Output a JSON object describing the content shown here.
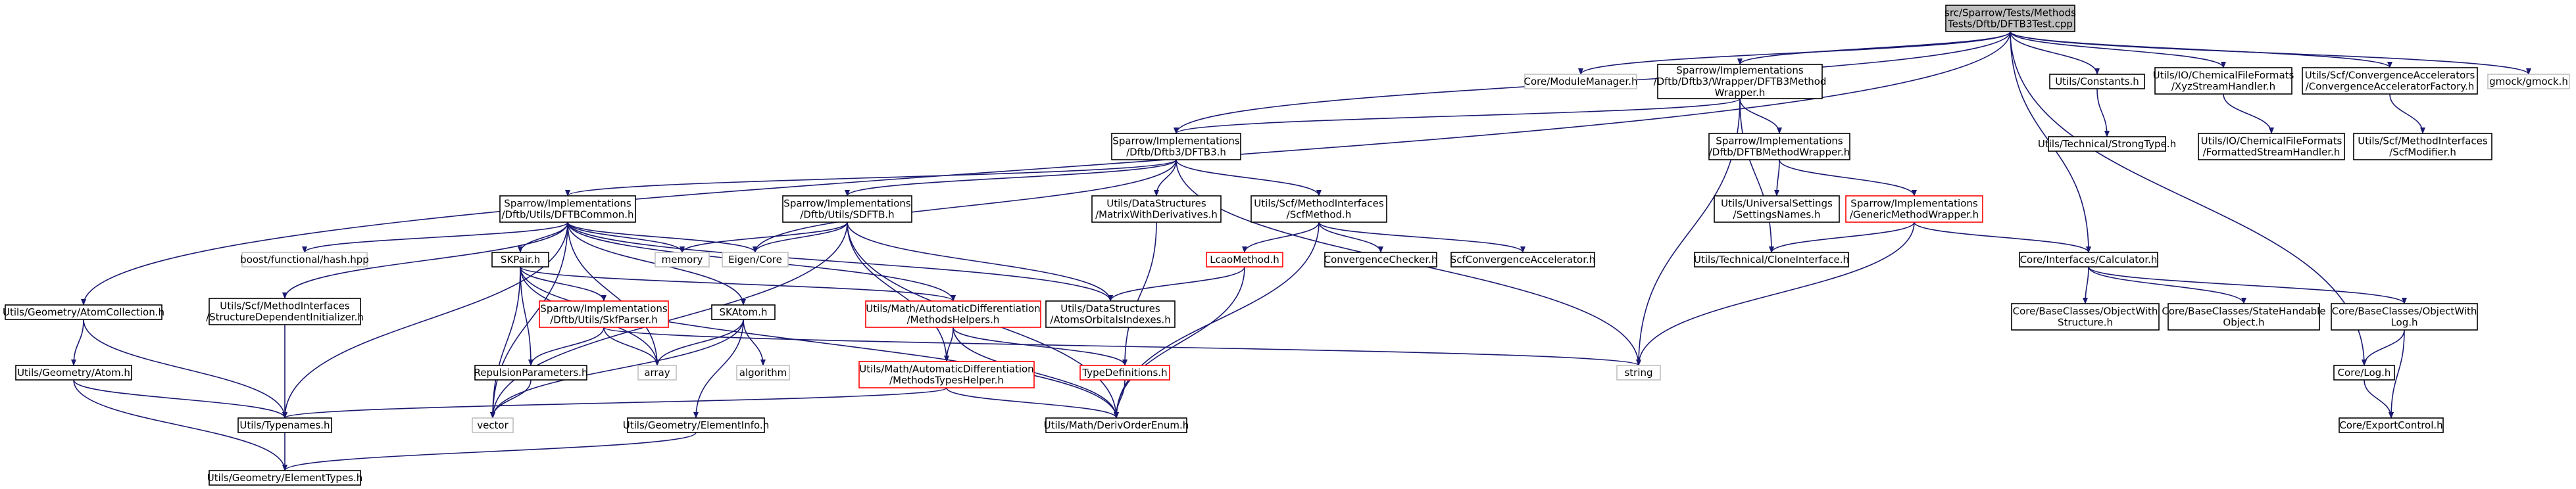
{
  "colors": {
    "root_fill": "#bfbfbf",
    "node_border": "#000000",
    "external_border": "#bfbfbf",
    "error_border": "#ff0000",
    "edge": "#191970",
    "text": "#000000"
  },
  "nodes": {
    "root": {
      "lines": [
        "src/Sparrow/Tests/Methods",
        "Tests/Dftb/DFTB3Test.cpp"
      ],
      "kind": "root"
    },
    "core_module_manager": {
      "lines": [
        "Core/ModuleManager.h"
      ],
      "kind": "external"
    },
    "dftb3_wrapper": {
      "lines": [
        "Sparrow/Implementations",
        "/Dftb/Dftb3/Wrapper/DFTB3Method",
        "Wrapper.h"
      ],
      "kind": "normal"
    },
    "utils_constants": {
      "lines": [
        "Utils/Constants.h"
      ],
      "kind": "normal"
    },
    "xyz_stream": {
      "lines": [
        "Utils/IO/ChemicalFileFormats",
        "/XyzStreamHandler.h"
      ],
      "kind": "normal"
    },
    "conv_acc_factory": {
      "lines": [
        "Utils/Scf/ConvergenceAccelerators",
        "/ConvergenceAcceleratorFactory.h"
      ],
      "kind": "normal"
    },
    "gmock": {
      "lines": [
        "gmock/gmock.h"
      ],
      "kind": "external"
    },
    "dftb3_h": {
      "lines": [
        "Sparrow/Implementations",
        "/Dftb/Dftb3/DFTB3.h"
      ],
      "kind": "normal"
    },
    "dftb_method_wrapper": {
      "lines": [
        "Sparrow/Implementations",
        "/Dftb/DFTBMethodWrapper.h"
      ],
      "kind": "normal"
    },
    "strong_type": {
      "lines": [
        "Utils/Technical/StrongType.h"
      ],
      "kind": "normal"
    },
    "formatted_stream": {
      "lines": [
        "Utils/IO/ChemicalFileFormats",
        "/FormattedStreamHandler.h"
      ],
      "kind": "normal"
    },
    "scf_modifier": {
      "lines": [
        "Utils/Scf/MethodInterfaces",
        "/ScfModifier.h"
      ],
      "kind": "normal"
    },
    "dftb_common": {
      "lines": [
        "Sparrow/Implementations",
        "/Dftb/Utils/DFTBCommon.h"
      ],
      "kind": "normal"
    },
    "sdftb": {
      "lines": [
        "Sparrow/Implementations",
        "/Dftb/Utils/SDFTB.h"
      ],
      "kind": "normal"
    },
    "matrix_with_deriv": {
      "lines": [
        "Utils/DataStructures",
        "/MatrixWithDerivatives.h"
      ],
      "kind": "normal"
    },
    "scf_method": {
      "lines": [
        "Utils/Scf/MethodInterfaces",
        "/ScfMethod.h"
      ],
      "kind": "normal"
    },
    "settings_names": {
      "lines": [
        "Utils/UniversalSettings",
        "/SettingsNames.h"
      ],
      "kind": "normal"
    },
    "generic_method_wrapper": {
      "lines": [
        "Sparrow/Implementations",
        "/GenericMethodWrapper.h"
      ],
      "kind": "error"
    },
    "boost_hash": {
      "lines": [
        "boost/functional/hash.hpp"
      ],
      "kind": "external"
    },
    "memory": {
      "lines": [
        "memory"
      ],
      "kind": "external"
    },
    "eigen_core": {
      "lines": [
        "Eigen/Core"
      ],
      "kind": "external"
    },
    "lcao_method": {
      "lines": [
        "LcaoMethod.h"
      ],
      "kind": "error"
    },
    "convergence_checker": {
      "lines": [
        "ConvergenceChecker.h"
      ],
      "kind": "normal"
    },
    "scf_conv_acc": {
      "lines": [
        "ScfConvergenceAccelerator.h"
      ],
      "kind": "normal"
    },
    "clone_interface": {
      "lines": [
        "Utils/Technical/CloneInterface.h"
      ],
      "kind": "normal"
    },
    "calculator": {
      "lines": [
        "Core/Interfaces/Calculator.h"
      ],
      "kind": "normal"
    },
    "atom_collection": {
      "lines": [
        "Utils/Geometry/AtomCollection.h"
      ],
      "kind": "normal"
    },
    "struct_dep_init": {
      "lines": [
        "Utils/Scf/MethodInterfaces",
        "/StructureDependentInitializer.h"
      ],
      "kind": "normal"
    },
    "skpair": {
      "lines": [
        "SKPair.h"
      ],
      "kind": "normal"
    },
    "skparser": {
      "lines": [
        "Sparrow/Implementations",
        "/Dftb/Utils/SkfParser.h"
      ],
      "kind": "error"
    },
    "skatom": {
      "lines": [
        "SKAtom.h"
      ],
      "kind": "normal"
    },
    "methods_helpers": {
      "lines": [
        "Utils/Math/AutomaticDifferentiation",
        "/MethodsHelpers.h"
      ],
      "kind": "error"
    },
    "atoms_orbitals": {
      "lines": [
        "Utils/DataStructures",
        "/AtomsOrbitalsIndexes.h"
      ],
      "kind": "normal"
    },
    "obj_with_structure": {
      "lines": [
        "Core/BaseClasses/ObjectWith",
        "Structure.h"
      ],
      "kind": "normal"
    },
    "state_handable": {
      "lines": [
        "Core/BaseClasses/StateHandable",
        "Object.h"
      ],
      "kind": "normal"
    },
    "obj_with_log": {
      "lines": [
        "Core/BaseClasses/ObjectWith",
        "Log.h"
      ],
      "kind": "normal"
    },
    "atom_h": {
      "lines": [
        "Utils/Geometry/Atom.h"
      ],
      "kind": "normal"
    },
    "array": {
      "lines": [
        "array"
      ],
      "kind": "external"
    },
    "algorithm": {
      "lines": [
        "algorithm"
      ],
      "kind": "external"
    },
    "string": {
      "lines": [
        "string"
      ],
      "kind": "external"
    },
    "repulsion_params": {
      "lines": [
        "RepulsionParameters.h"
      ],
      "kind": "normal"
    },
    "methods_types_helper": {
      "lines": [
        "Utils/Math/AutomaticDifferentiation",
        "/MethodsTypesHelper.h"
      ],
      "kind": "error"
    },
    "type_definitions": {
      "lines": [
        "TypeDefinitions.h"
      ],
      "kind": "error"
    },
    "core_log": {
      "lines": [
        "Core/Log.h"
      ],
      "kind": "normal"
    },
    "typenames": {
      "lines": [
        "Utils/Typenames.h"
      ],
      "kind": "normal"
    },
    "vector": {
      "lines": [
        "vector"
      ],
      "kind": "external"
    },
    "element_info": {
      "lines": [
        "Utils/Geometry/ElementInfo.h"
      ],
      "kind": "normal"
    },
    "deriv_order_enum": {
      "lines": [
        "Utils/Math/DerivOrderEnum.h"
      ],
      "kind": "normal"
    },
    "export_control": {
      "lines": [
        "Core/ExportControl.h"
      ],
      "kind": "normal"
    },
    "element_types": {
      "lines": [
        "Utils/Geometry/ElementTypes.h"
      ],
      "kind": "normal"
    }
  },
  "edges": [
    [
      "root",
      "core_module_manager"
    ],
    [
      "root",
      "dftb3_wrapper"
    ],
    [
      "root",
      "utils_constants"
    ],
    [
      "root",
      "xyz_stream"
    ],
    [
      "root",
      "conv_acc_factory"
    ],
    [
      "root",
      "gmock"
    ],
    [
      "root",
      "dftb3_h"
    ],
    [
      "root",
      "atom_collection"
    ],
    [
      "root",
      "calculator"
    ],
    [
      "root",
      "core_log"
    ],
    [
      "dftb3_wrapper",
      "dftb3_h"
    ],
    [
      "dftb3_wrapper",
      "dftb_method_wrapper"
    ],
    [
      "dftb3_wrapper",
      "string"
    ],
    [
      "dftb3_wrapper",
      "clone_interface"
    ],
    [
      "utils_constants",
      "strong_type"
    ],
    [
      "xyz_stream",
      "formatted_stream"
    ],
    [
      "conv_acc_factory",
      "scf_modifier"
    ],
    [
      "dftb_method_wrapper",
      "settings_names"
    ],
    [
      "dftb_method_wrapper",
      "generic_method_wrapper"
    ],
    [
      "generic_method_wrapper",
      "clone_interface"
    ],
    [
      "generic_method_wrapper",
      "calculator"
    ],
    [
      "generic_method_wrapper",
      "string"
    ],
    [
      "dftb3_h",
      "dftb_common"
    ],
    [
      "dftb3_h",
      "sdftb"
    ],
    [
      "dftb3_h",
      "matrix_with_deriv"
    ],
    [
      "dftb3_h",
      "scf_method"
    ],
    [
      "dftb3_h",
      "eigen_core"
    ],
    [
      "dftb3_h",
      "string"
    ],
    [
      "dftb_common",
      "boost_hash"
    ],
    [
      "dftb_common",
      "memory"
    ],
    [
      "dftb_common",
      "eigen_core"
    ],
    [
      "dftb_common",
      "struct_dep_init"
    ],
    [
      "dftb_common",
      "skpair"
    ],
    [
      "dftb_common",
      "skatom"
    ],
    [
      "dftb_common",
      "atoms_orbitals"
    ],
    [
      "dftb_common",
      "typenames"
    ],
    [
      "dftb_common",
      "vector"
    ],
    [
      "dftb_common",
      "array"
    ],
    [
      "dftb_common",
      "methods_helpers"
    ],
    [
      "sdftb",
      "memory"
    ],
    [
      "sdftb",
      "eigen_core"
    ],
    [
      "sdftb",
      "atoms_orbitals"
    ],
    [
      "sdftb",
      "methods_types_helper"
    ],
    [
      "sdftb",
      "deriv_order_enum"
    ],
    [
      "sdftb",
      "vector"
    ],
    [
      "matrix_with_deriv",
      "type_definitions"
    ],
    [
      "scf_method",
      "lcao_method"
    ],
    [
      "scf_method",
      "convergence_checker"
    ],
    [
      "scf_method",
      "scf_conv_acc"
    ],
    [
      "scf_method",
      "deriv_order_enum"
    ],
    [
      "lcao_method",
      "atoms_orbitals"
    ],
    [
      "lcao_method",
      "deriv_order_enum"
    ],
    [
      "calculator",
      "obj_with_structure"
    ],
    [
      "calculator",
      "state_handable"
    ],
    [
      "calculator",
      "obj_with_log"
    ],
    [
      "obj_with_log",
      "core_log"
    ],
    [
      "obj_with_log",
      "export_control"
    ],
    [
      "core_log",
      "export_control"
    ],
    [
      "atom_collection",
      "atom_h"
    ],
    [
      "atom_collection",
      "typenames"
    ],
    [
      "atom_h",
      "typenames"
    ],
    [
      "atom_h",
      "element_types"
    ],
    [
      "struct_dep_init",
      "typenames"
    ],
    [
      "skpair",
      "skparser"
    ],
    [
      "skpair",
      "repulsion_params"
    ],
    [
      "skpair",
      "vector"
    ],
    [
      "skpair",
      "array"
    ],
    [
      "skpair",
      "deriv_order_enum"
    ],
    [
      "skpair",
      "methods_helpers"
    ],
    [
      "skparser",
      "repulsion_params"
    ],
    [
      "skparser",
      "array"
    ],
    [
      "skparser",
      "string"
    ],
    [
      "skatom",
      "array"
    ],
    [
      "skatom",
      "algorithm"
    ],
    [
      "skatom",
      "vector"
    ],
    [
      "skatom",
      "element_info"
    ],
    [
      "repulsion_params",
      "vector"
    ],
    [
      "methods_helpers",
      "methods_types_helper"
    ],
    [
      "methods_helpers",
      "type_definitions"
    ],
    [
      "methods_helpers",
      "deriv_order_enum"
    ],
    [
      "methods_types_helper",
      "typenames"
    ],
    [
      "methods_types_helper",
      "deriv_order_enum"
    ],
    [
      "type_definitions",
      "deriv_order_enum"
    ],
    [
      "typenames",
      "element_types"
    ],
    [
      "element_info",
      "element_types"
    ]
  ]
}
